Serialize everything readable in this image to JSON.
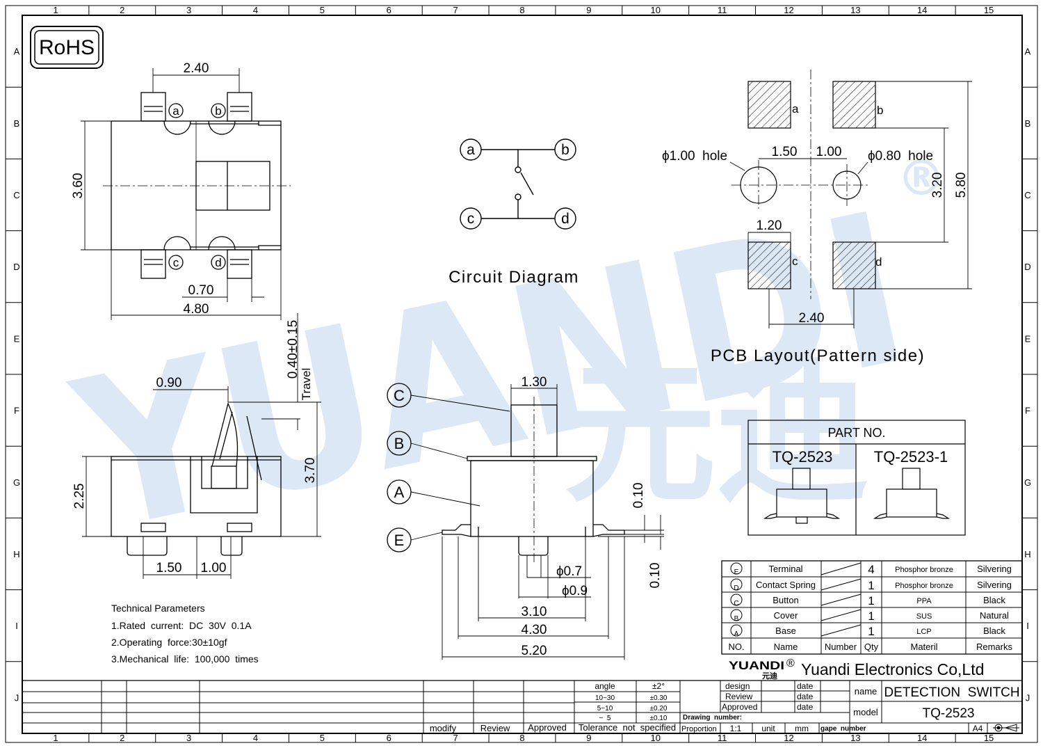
{
  "border": {
    "columns": [
      "1",
      "2",
      "3",
      "4",
      "5",
      "6",
      "7",
      "8",
      "9",
      "10",
      "11",
      "12",
      "13",
      "14",
      "15"
    ],
    "rows": [
      "A",
      "B",
      "C",
      "D",
      "E",
      "F",
      "G",
      "H",
      "I",
      "J"
    ]
  },
  "badges": {
    "rohs": "RoHS"
  },
  "watermark": {
    "brand": "YUANDI",
    "cn": "元迪",
    "registered": "®"
  },
  "top_view": {
    "dims": {
      "pitch": "2.40",
      "height": "3.60",
      "pin_width": "0.70",
      "width": "4.80"
    },
    "pins": [
      "a",
      "b",
      "c",
      "d"
    ]
  },
  "circuit": {
    "title": "Circuit Diagram",
    "nodes": [
      "a",
      "b",
      "c",
      "d"
    ]
  },
  "pcb": {
    "title": "PCB Layout(Pattern side)",
    "pads": [
      "a",
      "b",
      "c",
      "d"
    ],
    "hole_left": "ϕ1.00  hole",
    "hole_right": "ϕ0.80  hole",
    "dims": {
      "h1": "1.50",
      "h2": "1.00",
      "v_inner": "3.20",
      "v_outer": "5.80",
      "pad_w": "1.20",
      "pad_pitch": "2.40"
    }
  },
  "side_view": {
    "dims": {
      "tip": "0.90",
      "travel": "0.40±0.15",
      "travel_label": "Travel",
      "overall": "3.70",
      "body": "2.25",
      "p1": "1.50",
      "p2": "1.00"
    }
  },
  "front_view": {
    "callouts": [
      "C",
      "B",
      "A",
      "E"
    ],
    "dims": {
      "button_w": "1.30",
      "d1": "ϕ0.7",
      "d2": "ϕ0.9",
      "w1": "3.10",
      "w2": "4.30",
      "w3": "5.20",
      "t1": "0.10",
      "t2": "0.10"
    }
  },
  "part_no": {
    "header": "PART NO.",
    "parts": [
      "TQ-2523",
      "TQ-2523-1"
    ]
  },
  "tech_params": {
    "title": "Technical Parameters",
    "lines": [
      "1.Rated  current:  DC  30V  0.1A",
      "2.Operating  force:30±10gf",
      "3.Mechanical  life:  100,000  times"
    ]
  },
  "bom": {
    "headers": [
      "NO.",
      "Name",
      "Number",
      "Qty",
      "Materil",
      "Remarks"
    ],
    "rows": [
      {
        "no": "E",
        "name": "Terminal",
        "qty": "4",
        "material": "Phosphor bronze",
        "remarks": "Silvering"
      },
      {
        "no": "D",
        "name": "Contact Spring",
        "qty": "1",
        "material": "Phosphor bronze",
        "remarks": "Silvering"
      },
      {
        "no": "C",
        "name": "Button",
        "qty": "1",
        "material": "PPA",
        "remarks": "Black"
      },
      {
        "no": "B",
        "name": "Cover",
        "qty": "1",
        "material": "SUS",
        "remarks": "Natural"
      },
      {
        "no": "A",
        "name": "Base",
        "qty": "1",
        "material": "LCP",
        "remarks": "Black"
      }
    ]
  },
  "title_block": {
    "logo": "YUANDI",
    "logo_cn": "元迪",
    "logo_reg": "®",
    "company": "Yuandi Electronics Co,Ltd",
    "name_label": "name",
    "name_value": "DETECTION  SWITCH",
    "model_label": "model",
    "model_value": "TQ-2523",
    "design": "design",
    "review": "Review",
    "approved": "Approved",
    "date": "date",
    "drawing_number": "Drawing  number:",
    "proportion": "Proportion",
    "scale": "1:1",
    "unit": "unit",
    "unit_value": "mm",
    "page_number": "gape  number",
    "paper": "A4",
    "tolerance_rows": [
      {
        "label": "angle",
        "value": "±2°"
      },
      {
        "label": "10~30",
        "value": "±0.30"
      },
      {
        "label": "5~10",
        "value": "±0.20"
      },
      {
        "label": "~  5",
        "value": "±0.10"
      }
    ],
    "tolerance_footer": "Tolerance  not  specified",
    "bottom_labels": [
      "modify",
      "Review",
      "Approved"
    ]
  }
}
